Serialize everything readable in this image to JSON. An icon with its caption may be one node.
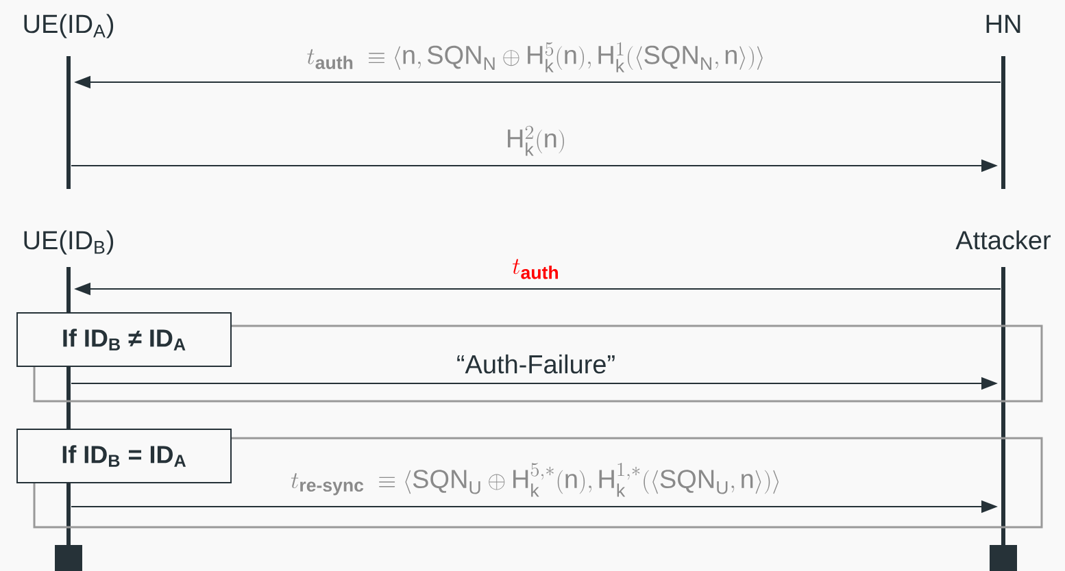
{
  "diagram": {
    "nodes": [
      {
        "text": [
          "UE(ID$_{A}$)"
        ]
      },
      {
        "text": [
          "HN"
        ]
      },
      {
        "text": [
          "UE(ID$_{B}$)"
        ]
      },
      {
        "text": [
          "Attacker"
        ]
      },
      {
        "text": [
          "If ID$_{B}$ ≠ ID$_{A}$"
        ]
      },
      {
        "text": [
          "If ID$_{B}$ = ID$_{A}$"
        ]
      }
    ],
    "edges": [
      {
        "from": 1,
        "to": 0,
        "arrow": "to",
        "label": "t_{\\textsf{\\textbf{auth}}}\\;\\equiv\\langle \\mathsf{n}, \\mathrm{SQN}_{\\mathrm{N}} \\oplus \\mathsf{H}^{5}_{\\mathsf{k}}(\\mathsf{n}), \\mathsf{H}^{1}_{\\mathsf{k}}(\\langle \\mathrm{SQN}_{\\mathrm{N}}, \\mathsf{n}\\rangle)\\rangle"
      },
      {
        "from": 0,
        "to": 1,
        "arrow": "to",
        "label": "\\mathsf{H}^{2}_{\\mathsf{k}}(\\mathsf{n})"
      },
      {
        "from": 3,
        "to": 2,
        "arrow": "to",
        "label": "t_{\\textsf{\\textbf{auth}}}"
      },
      {
        "from": 2,
        "to": 3,
        "arrow": "to",
        "label": "“Auth-Failure”"
      },
      {
        "from": 2,
        "to": 3,
        "arrow": "to",
        "label": "t_{\\textsf{\\textbf{re-sync}}}\\;\\equiv\\langle \\mathrm{SQN}_{\\mathrm{U}} \\oplus \\mathsf{H}^{5,*}_{\\mathsf{k}}(\\mathsf{n}), \\mathsf{H}^{1,*}_{\\mathsf{k}}(\\langle \\mathrm{SQN}_{\\mathrm{U}}, \\mathsf{n}\\rangle)\\rangle"
      }
    ]
  }
}
